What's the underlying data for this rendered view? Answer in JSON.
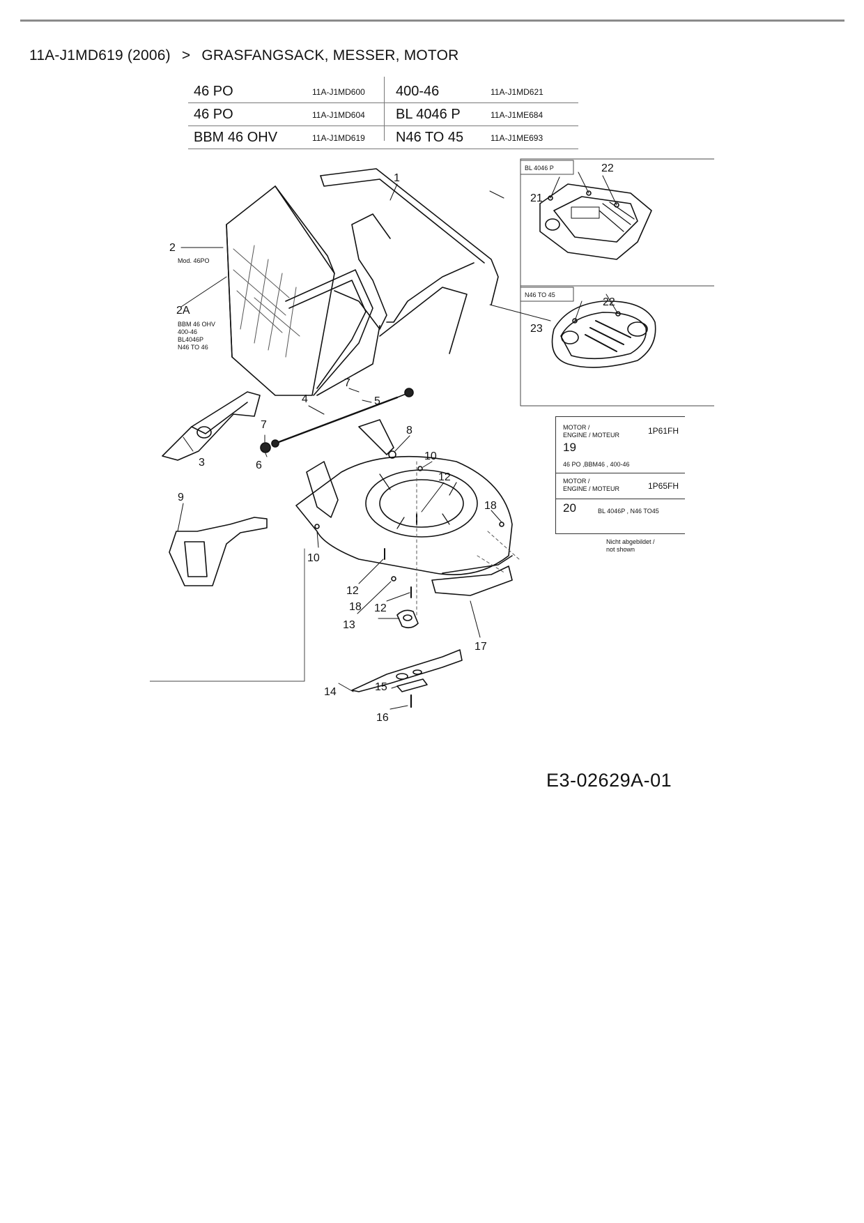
{
  "header": {
    "model_code": "11A-J1MD619 (2006)",
    "separator": ">",
    "section": "GRASFANGSACK, MESSER, MOTOR"
  },
  "model_table": [
    {
      "name": "46 PO",
      "code": "11A-J1MD600",
      "name2": "400-46",
      "code2": "11A-J1MD621"
    },
    {
      "name": "46 PO",
      "code": "11A-J1MD604",
      "name2": "BL 4046 P",
      "code2": "11A-J1ME684"
    },
    {
      "name": "BBM 46 OHV",
      "code": "11A-J1MD619",
      "name2": "N46 TO 45",
      "code2": "11A-J1ME693"
    }
  ],
  "callouts": {
    "p1": "1",
    "p2": "2",
    "p2_note": "Mod. 46PO",
    "p2a": "2A",
    "p2a_models": [
      "BBM 46 OHV",
      "400-46",
      "BL4046P",
      "N46 TO 46"
    ],
    "p3": "3",
    "p4": "4",
    "p5": "5",
    "p6": "6",
    "p7a": "7",
    "p7b": "7",
    "p8": "8",
    "p9": "9",
    "p10a": "10",
    "p10b": "10",
    "p12a": "12",
    "p12b": "12",
    "p12c": "12",
    "p13": "13",
    "p14": "14",
    "p15": "15",
    "p16": "16",
    "p17": "17",
    "p18a": "18",
    "p18b": "18",
    "p21": "21",
    "p22a": "22",
    "p22b": "22",
    "p23": "23"
  },
  "inset_boxes": {
    "top_label": "BL 4046 P",
    "bottom_label": "N46 TO 45"
  },
  "motor_box": {
    "row1_label_a": "MOTOR /",
    "row1_label_b": "ENGINE / MOTEUR",
    "row1_model": "1P61FH",
    "row1_num": "19",
    "row1_variants": "46 PO ,BBM46 , 400-46",
    "row2_label_a": "MOTOR /",
    "row2_label_b": "ENGINE / MOTEUR",
    "row2_model": "1P65FH",
    "row2_num": "20",
    "row2_variants": "BL 4046P , N46 TO45"
  },
  "not_shown": {
    "line1": "Nicht abgebildet /",
    "line2": "not shown"
  },
  "diagram_id": "E3-02629A-01"
}
